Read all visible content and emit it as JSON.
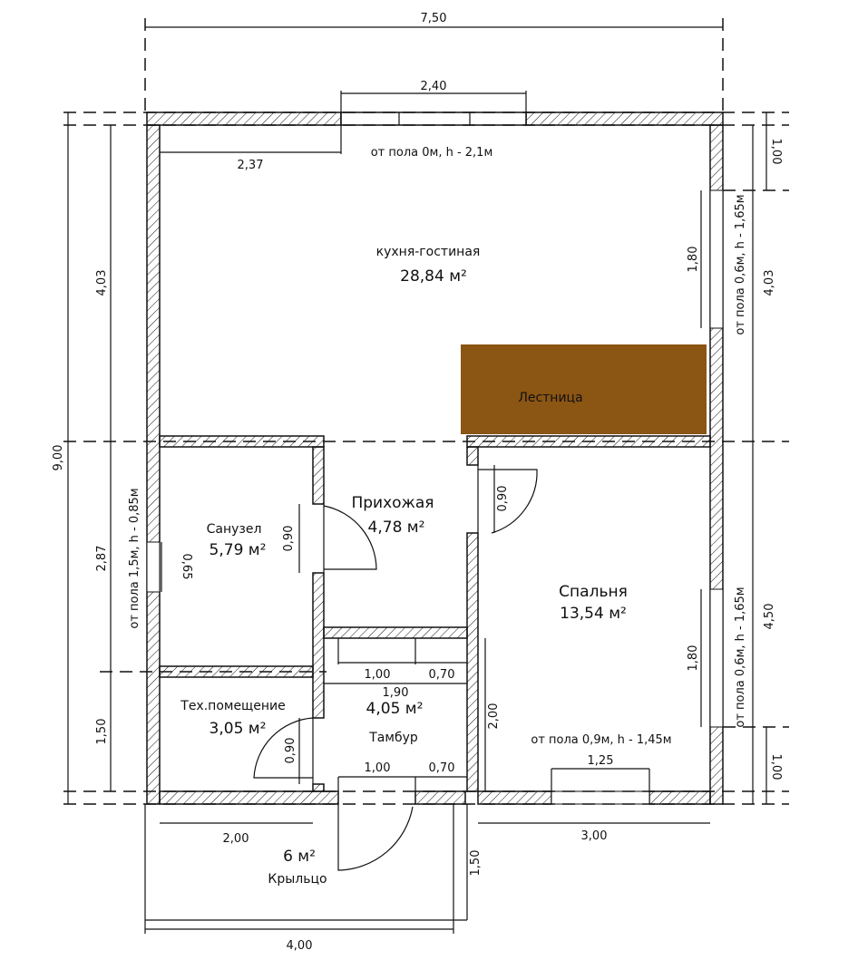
{
  "rooms": {
    "kitchen": {
      "name": "кухня-гостиная",
      "area": "28,84 м²"
    },
    "stairs": {
      "name": "Лестница",
      "color": "#8B5513"
    },
    "hall": {
      "name": "Прихожая",
      "area": "4,78 м²"
    },
    "bath": {
      "name": "Санузел",
      "area": "5,79 м²"
    },
    "bedroom": {
      "name": "Спальня",
      "area": "13,54 м²"
    },
    "tech": {
      "name": "Тех.помещение",
      "area": "3,05 м²"
    },
    "vestibule": {
      "name": "Тамбур",
      "area": "4,05 м²"
    },
    "porch": {
      "name": "Крыльцо",
      "area": "6 м²"
    }
  },
  "notes": {
    "kitchen_window_top": "от пола 0м, h - 2,1м",
    "kitchen_window_right": "от пола 0,6м, h - 1,65м",
    "bedroom_window_right": "от пола 0,6м, h - 1,65м",
    "bedroom_window_bottom": "от пола 0,9м, h - 1,45м",
    "bath_window_left": "от пола 1,5м, h - 0,85м"
  },
  "dims": {
    "total_width": "7,50",
    "top_window": "2,40",
    "top_offset": "2,37",
    "total_height": "9,00",
    "left_kitchen": "4,03",
    "left_bath": "2,87",
    "left_tech": "1,50",
    "right_top": "1,00",
    "right_kitchen": "4,03",
    "right_kitchen_win": "1,80",
    "right_bedroom": "4,50",
    "right_bedroom_win": "1,80",
    "right_bottom": "1,00",
    "bath_win": "0,65",
    "bath_door": "0,90",
    "bedroom_door": "0,90",
    "tech_door": "0,90",
    "vest_top_a": "1,00",
    "vest_top_b": "0,70",
    "vest_width": "1,90",
    "vest_bot_a": "1,00",
    "vest_bot_b": "0,70",
    "vest_height": "2,00",
    "bedroom_win_bottom": "1,25",
    "bedroom_bottom": "3,00",
    "tech_bottom": "2,00",
    "porch_width": "4,00",
    "porch_depth": "1,50"
  }
}
